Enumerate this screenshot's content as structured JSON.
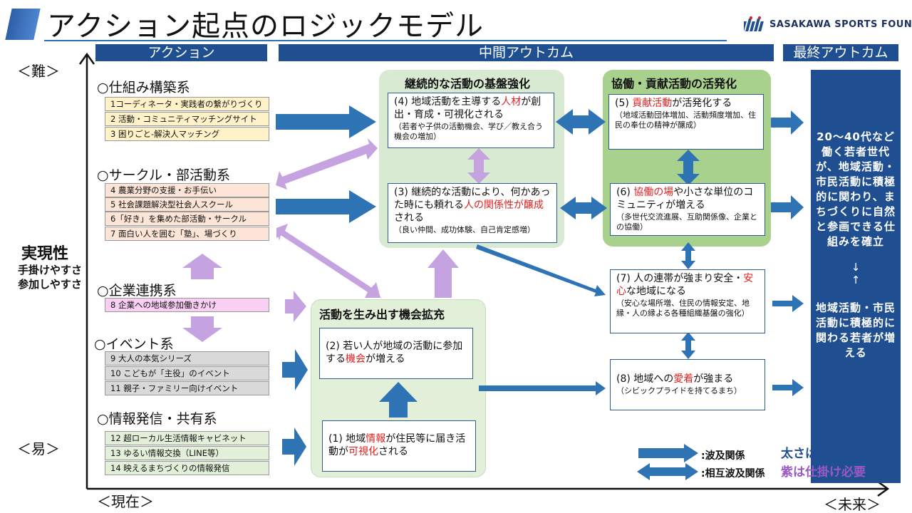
{
  "header": {
    "title": "アクション起点のロジックモデル",
    "org_logo_text": "SASAKAWA SPORTS FOUNDATION"
  },
  "columns": {
    "action": "アクション",
    "intermediate": "中間アウトカム",
    "final": "最終アウトカム"
  },
  "axes": {
    "difficult": "＜難＞",
    "easy": "＜易＞",
    "feasibility": "実現性",
    "feasibility_sub1": "手掛けやすさ",
    "feasibility_sub2": "参加しやすさ",
    "present": "＜現在＞",
    "future": "＜未来＞"
  },
  "categories": [
    {
      "heading": "○仕組み構築系",
      "items": [
        "1コーディネータ・実践者の繋がりづくり",
        "2 活動・コミュニティマッチングサイト",
        "3 困りごと-解決人マッチング"
      ]
    },
    {
      "heading": "○サークル・部活動系",
      "items": [
        "4 農業分野の支援・お手伝い",
        "5 社会課題解決型社会人スクール",
        "6「好き」を集めた部活動・サークル",
        "7 面白い人を囲む「塾」、場づくり"
      ]
    },
    {
      "heading": "○企業連携系",
      "items": [
        "8 企業への地域参加働きかけ"
      ]
    },
    {
      "heading": "○イベント系",
      "items": [
        "9 大人の本気シリーズ",
        "10 こどもが「主役」のイベント",
        "11 親子・ファミリー向けイベント"
      ]
    },
    {
      "heading": "○情報発信・共有系",
      "items": [
        "12 超ローカル生活情報キャビネット",
        "13 ゆるい情報交換（LINE等）",
        "14 映えるまちづくりの情報発信"
      ]
    }
  ],
  "groups": {
    "continuous": "継続的な活動の基盤強化",
    "collaboration": "協働・貢献活動の活発化",
    "opportunity": "活動を生み出す機会拡充"
  },
  "boxes": {
    "b4": {
      "pre": "(4) 地域活動を主導する",
      "red": "人材",
      "post": "が創出・育成・可視化される",
      "sub": "（若者や子供の活動機会、学び／教え合う機会の増加）"
    },
    "b3": {
      "pre": "(3) 継続的な活動により、何かあった時にも頼れる",
      "red": "人の関係性が醸成",
      "post": "される",
      "sub": "（良い仲間、成功体験、自己肯定感増）"
    },
    "b5": {
      "pre": "(5) ",
      "red": "貢献活動",
      "post": "が活発化する",
      "sub": "（地域活動団体増加、活動頻度増加、住民の奉仕の精神が醸成）"
    },
    "b6": {
      "pre": "(6) ",
      "red": "協働の場",
      "post": "や小さな単位のコミュニティが増える",
      "sub": "（多世代交流進展、互助関係像、企業との協働）"
    },
    "b7": {
      "pre": "(7) 人の連帯が強まり安全・",
      "red": "安心",
      "post": "な地域になる",
      "sub": "（安心な場所増、住民の情報安定、地縁・人の縁よる各種組織基盤の強化）"
    },
    "b8": {
      "pre": "(8) 地域への",
      "red": "愛着",
      "post": "が強まる",
      "sub": "（シビックプライドを持てるまち）"
    },
    "b2": {
      "pre": "(2) 若い人が地域の活動に参加する",
      "red": "機会",
      "post": "が増える"
    },
    "b1": {
      "pre": "(1) 地域",
      "red": "情報",
      "mid": "が住民等に届き活動が",
      "red2": "可視化",
      "post": "される"
    }
  },
  "final_outcome": {
    "text_a": "20～40代など働く若者世代が、地域活動・市民活動に積極的に関わり、まちづくりに自然と参画できる仕組みを確立",
    "arrows": "↓ ↑",
    "text_b": "地域活動・市民活動に積極的に関わる若者が増える"
  },
  "legend": {
    "ripple": ":波及関係",
    "mutual": ":相互波及関係",
    "note_thickness": "太さは強弱を表す",
    "note_purple": "紫は仕掛け必要"
  },
  "colors": {
    "navy": "#1f4f91",
    "arrow_blue": "#2e74b5",
    "arrow_purple": "#c4a3e0",
    "red": "#e02020",
    "purple_text": "#9a58c7"
  }
}
